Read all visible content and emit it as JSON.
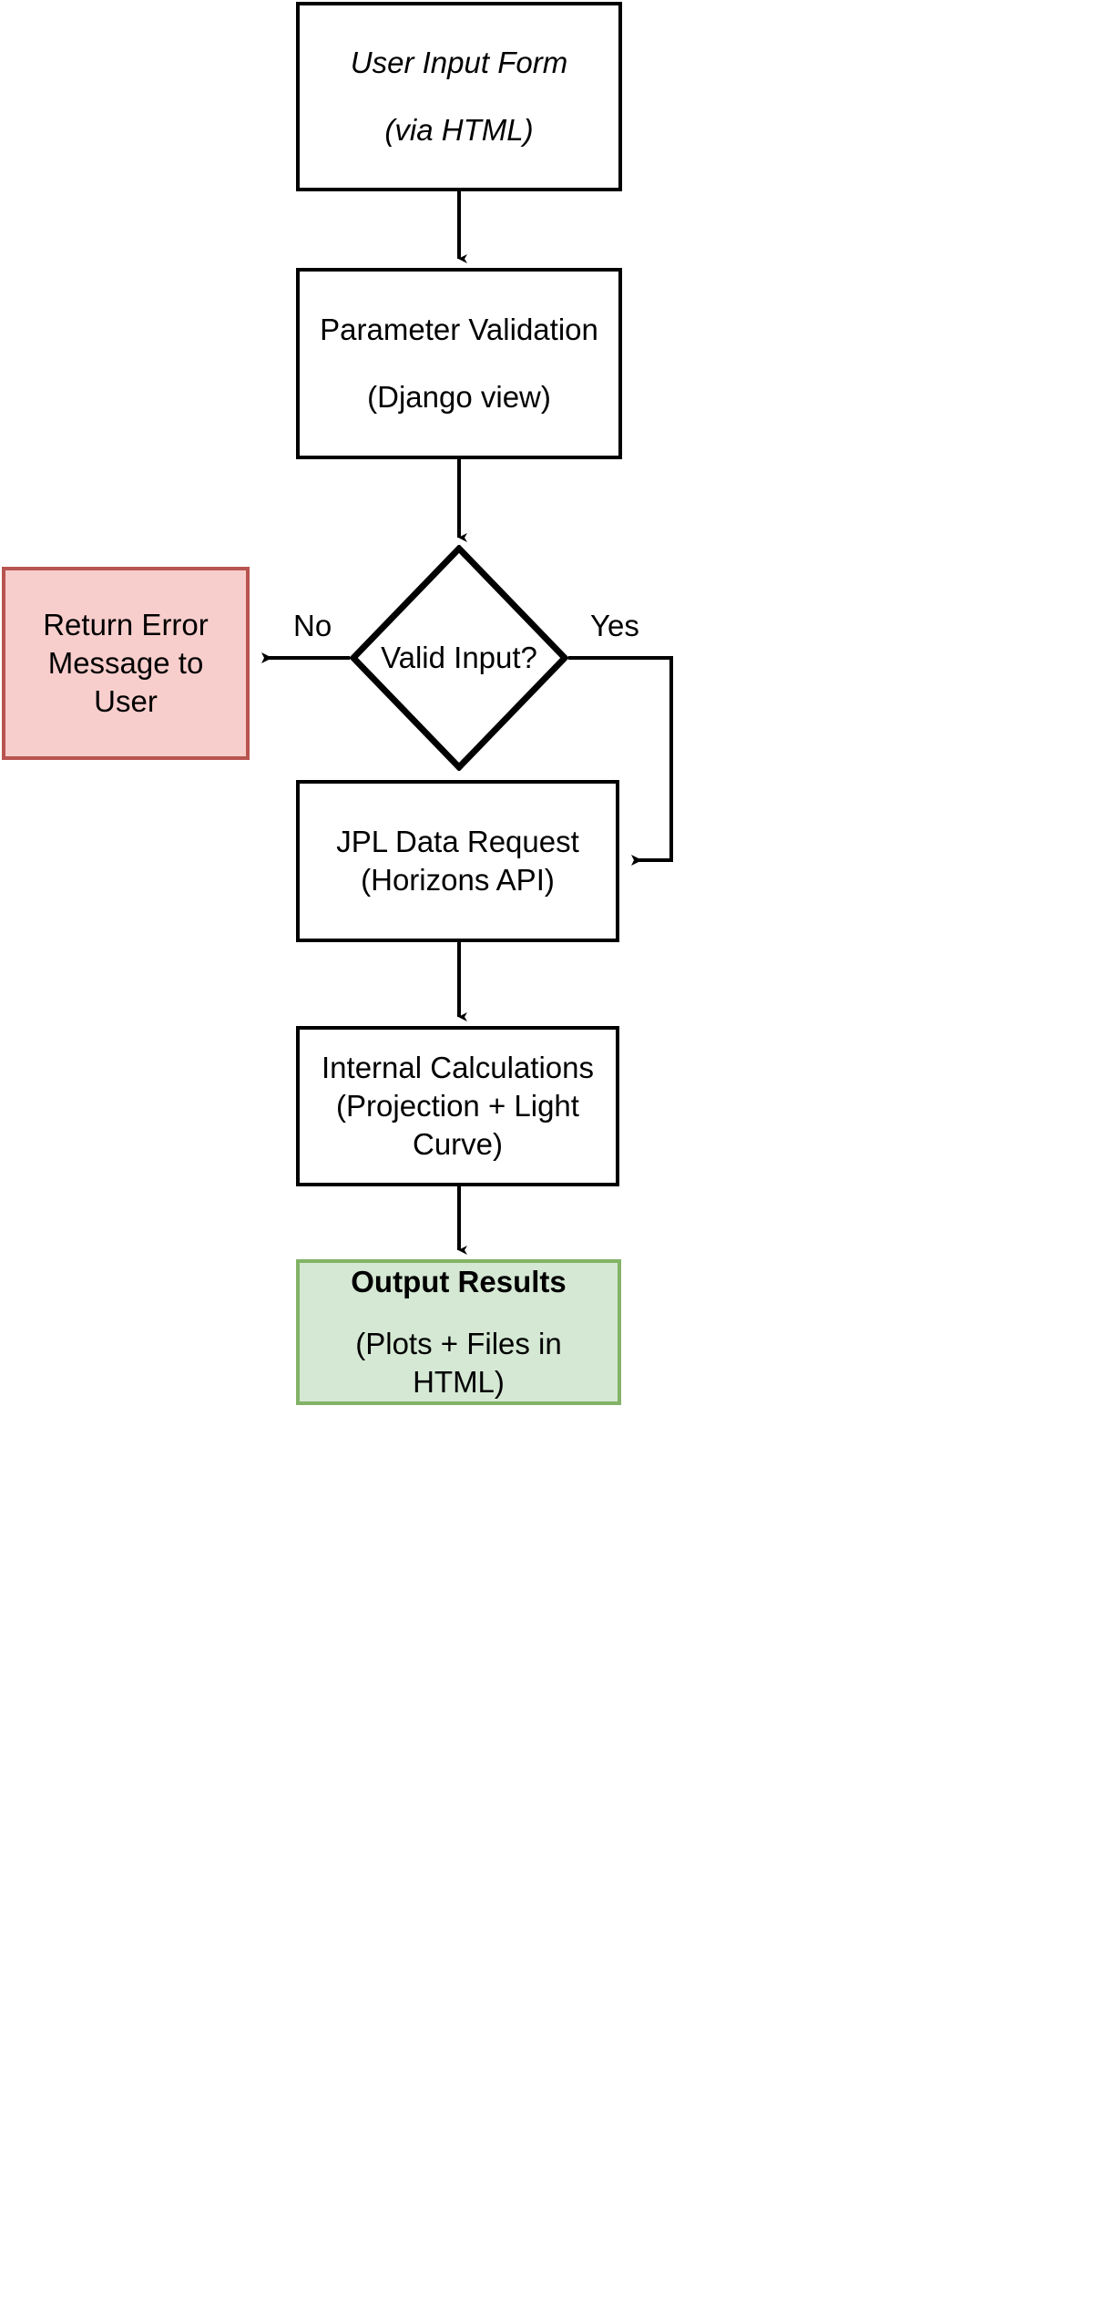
{
  "diagram": {
    "type": "flowchart",
    "orientation": "top-to-bottom",
    "colors": {
      "stroke": "#000000",
      "process_fill": "#ffffff",
      "error_fill": "#f8cecc",
      "error_stroke": "#b85450",
      "success_fill": "#d5e8d4",
      "success_stroke": "#82b366"
    }
  },
  "nodes": {
    "user_input": {
      "shape": "rectangle",
      "style": "italic",
      "line1": "User Input Form",
      "line2": "(via HTML)"
    },
    "parameter_validation": {
      "shape": "rectangle",
      "line1": "Parameter Validation",
      "line2": "(Django view)"
    },
    "decision": {
      "shape": "diamond",
      "label": "Valid Input?"
    },
    "error": {
      "shape": "rectangle",
      "line1": "Return Error",
      "line2": "Message to",
      "line3": "User"
    },
    "jpl_request": {
      "shape": "rectangle",
      "line1": "JPL Data Request",
      "line2": "(Horizons API)"
    },
    "internal_calculations": {
      "shape": "rectangle",
      "line1": "Internal Calculations",
      "line2": "(Projection + Light",
      "line3": "Curve)"
    },
    "output_results": {
      "shape": "rectangle",
      "line1": "Output Results",
      "line2": "(Plots + Files in",
      "line3": "HTML)"
    }
  },
  "edges": {
    "no_label": "No",
    "yes_label": "Yes"
  }
}
